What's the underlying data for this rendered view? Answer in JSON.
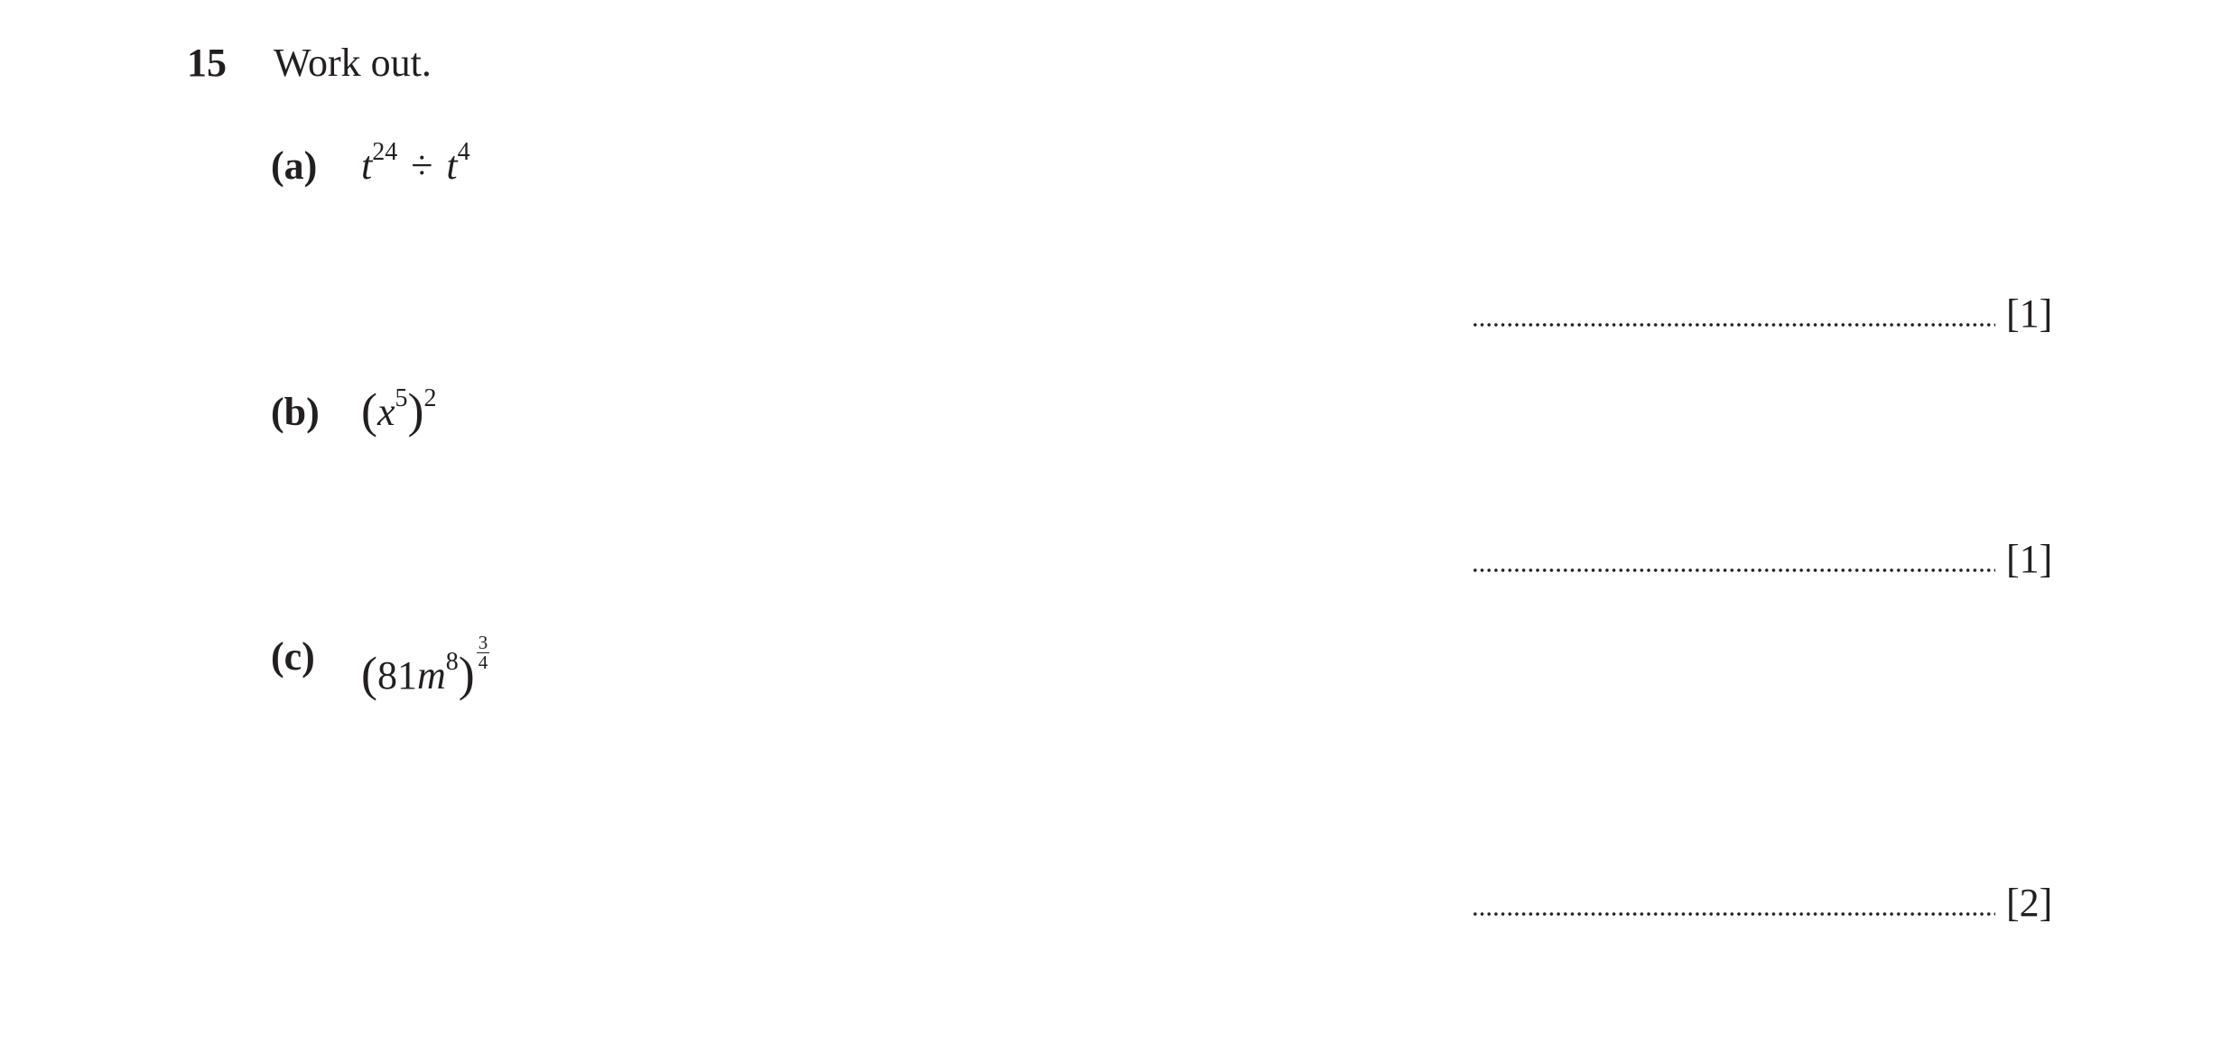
{
  "question": {
    "number": "15",
    "instruction": "Work out."
  },
  "parts": {
    "a": {
      "label": "(a)",
      "base1": "t",
      "exp1": "24",
      "operator": "÷",
      "base2": "t",
      "exp2": "4",
      "marks": "[1]"
    },
    "b": {
      "label": "(b)",
      "open_paren": "(",
      "base": "x",
      "inner_exp": "5",
      "close_paren": ")",
      "outer_exp": "2",
      "marks": "[1]"
    },
    "c": {
      "label": "(c)",
      "open_paren": "(",
      "coefficient": "81",
      "base": "m",
      "inner_exp": "8",
      "close_paren": ")",
      "exp_numerator": "3",
      "exp_denominator": "4",
      "marks": "[2]"
    }
  }
}
